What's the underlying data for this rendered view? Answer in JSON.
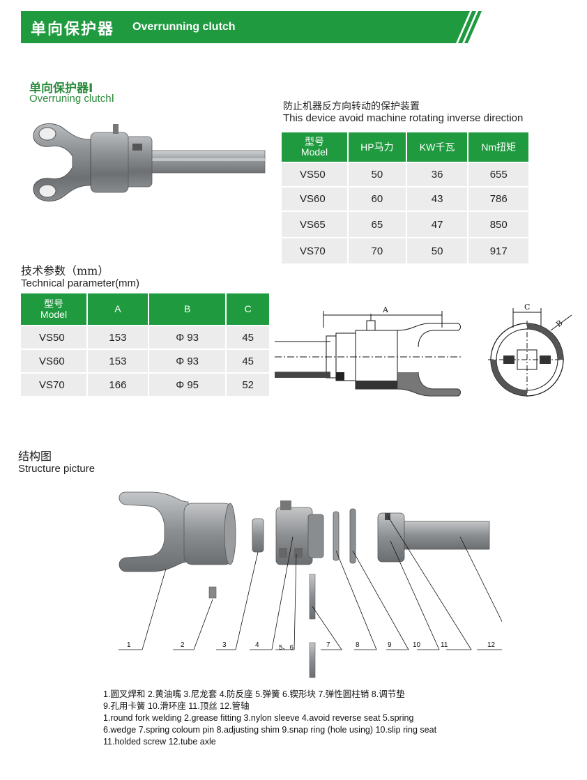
{
  "header": {
    "title_cn": "单向保护器",
    "title_en": "Overrunning clutch"
  },
  "product": {
    "title_cn": "单向保护器Ⅰ",
    "title_en": "Overruning clutchⅠ"
  },
  "description": {
    "cn": "防止机器反方向转动的保护装置",
    "en": "This device avoid machine rotating inverse direction"
  },
  "rating_table": {
    "headers": [
      [
        "型号",
        "Model"
      ],
      [
        "HP马力"
      ],
      [
        "KW千瓦"
      ],
      [
        "Nm扭矩"
      ]
    ],
    "rows": [
      [
        "VS50",
        "50",
        "36",
        "655"
      ],
      [
        "VS60",
        "60",
        "43",
        "786"
      ],
      [
        "VS65",
        "65",
        "47",
        "850"
      ],
      [
        "VS70",
        "70",
        "50",
        "917"
      ]
    ]
  },
  "tech": {
    "title_cn": "技术参数（mm）",
    "title_en": "Technical parameter(mm)"
  },
  "dim_table": {
    "headers": [
      [
        "型号",
        "Model"
      ],
      [
        "A"
      ],
      [
        "B"
      ],
      [
        "C"
      ]
    ],
    "rows": [
      [
        "VS50",
        "153",
        "Φ 93",
        "45"
      ],
      [
        "VS60",
        "153",
        "Φ 93",
        "45"
      ],
      [
        "VS70",
        "166",
        "Φ 95",
        "52"
      ]
    ]
  },
  "drawing": {
    "label_a": "A",
    "label_b": "B",
    "label_c": "C"
  },
  "structure": {
    "title_cn": "结构图",
    "title_en": "Structure picture",
    "callouts": [
      "1",
      "2",
      "3",
      "4",
      "5、6",
      "7",
      "8",
      "9",
      "10",
      "11",
      "12"
    ]
  },
  "legend": {
    "cn_line1": "1.圆叉焊和   2.黄油嘴   3.尼龙套   4.防反座   5.弹簧   6.锲形块   7.弹性圆柱销   8.调节垫",
    "cn_line2": "9.孔用卡簧   10.滑环座   11.顶丝   12.管轴",
    "en_line1": "1.round fork welding  2.grease fitting  3.nylon sleeve  4.avoid reverse seat  5.spring",
    "en_line2": "6.wedge  7.spring coloum pin  8.adjusting shim  9.snap ring (hole using)  10.slip ring seat",
    "en_line3": "11.holded screw  12.tube axle"
  },
  "colors": {
    "brand_green": "#1f9a3f",
    "cell_gray": "#ececec"
  }
}
